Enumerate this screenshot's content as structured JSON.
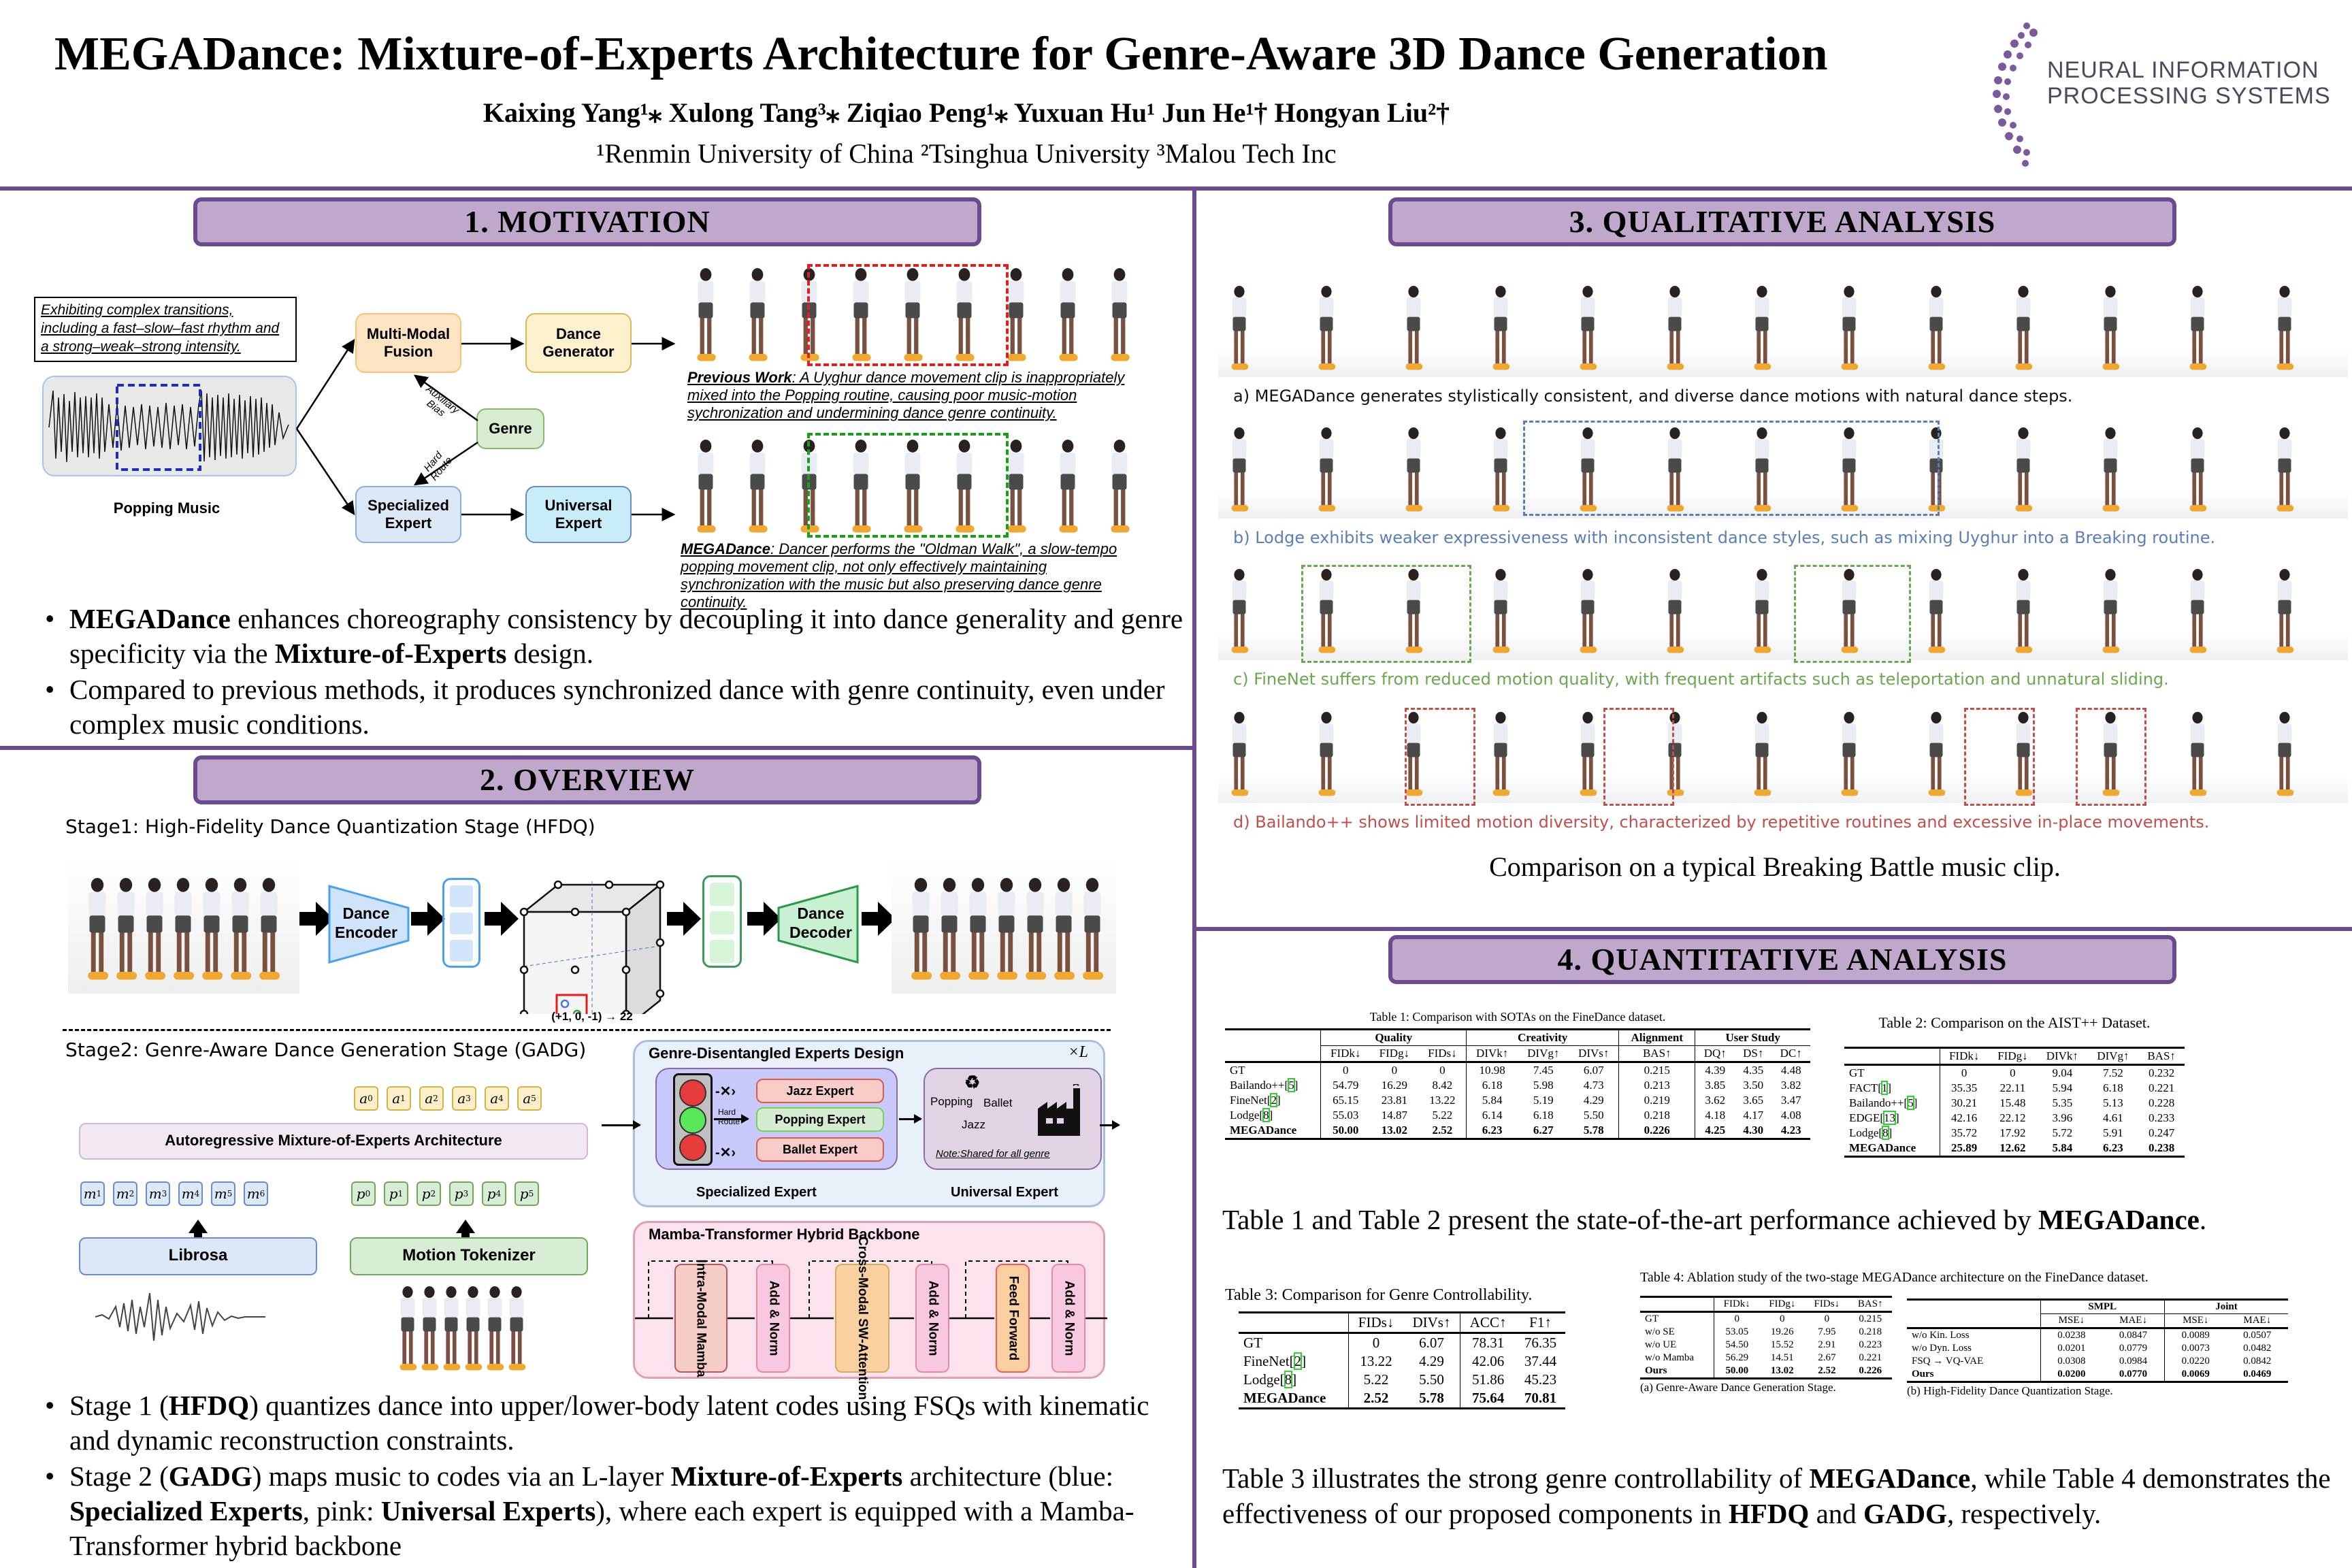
{
  "header": {
    "title": "MEGADance: Mixture-of-Experts Architecture for Genre-Aware 3D Dance Generation",
    "authors": "Kaixing Yang¹⁎  Xulong Tang³⁎  Ziqiao Peng¹⁎  Yuxuan Hu¹  Jun He¹†  Hongyan Liu²†",
    "affiliations": "¹Renmin University of China    ²Tsinghua University    ³Malou Tech Inc",
    "logo_line1": "NEURAL INFORMATION",
    "logo_line2": "PROCESSING SYSTEMS",
    "accent_color": "#6b4a8f",
    "header_fill": "#c0a8cc"
  },
  "motivation": {
    "heading": "1. MOTIVATION",
    "callout": "Exhibiting complex transitions, including a fast–slow–fast rhythm and a strong–weak–strong intensity.",
    "music_label": "Popping Music",
    "nodes": {
      "fusion": "Multi-Modal Fusion",
      "generator": "Dance Generator",
      "genre": "Genre",
      "specialized": "Specialized Expert",
      "universal": "Universal Expert"
    },
    "edge_aux": "Auxiliary Bias",
    "edge_route": "Hard Route",
    "prev_label": "Previous Work",
    "prev_text": ": A Uyghur dance movement clip is inappropriately mixed into the Popping routine, causing poor music-motion sychronization and undermining dance genre continuity.",
    "ours_label": "MEGADance",
    "ours_text": ": Dancer performs the \"Oldman Walk\", a slow-tempo popping movement clip, not only effectively maintaining synchronization with the music but also preserving dance genre continuity.",
    "bullets": [
      {
        "b": "MEGADance",
        "t1": " enhances choreography consistency by decoupling it into dance generality and genre specificity via the ",
        "b2": "Mixture-of-Experts",
        "t2": " design."
      },
      {
        "t": "Compared to previous methods, it produces synchronized dance with genre continuity, even under complex music conditions."
      }
    ]
  },
  "overview": {
    "heading": "2. OVERVIEW",
    "stage1": "Stage1: High-Fidelity Dance Quantization Stage (HFDQ)",
    "encoder": "Dance Encoder",
    "decoder": "Dance Decoder",
    "fsq_label": "(+1, 0, -1) → 22",
    "stage2": "Stage2: Genre-Aware Dance Generation Stage (GADG)",
    "a_tokens": [
      "a",
      "a",
      "a",
      "a",
      "a",
      "a"
    ],
    "m_tokens": [
      "m",
      "m",
      "m",
      "m",
      "m",
      "m"
    ],
    "p_tokens": [
      "p",
      "p",
      "p",
      "p",
      "p",
      "p"
    ],
    "a_sub": [
      "0",
      "1",
      "2",
      "3",
      "4",
      "5"
    ],
    "m_sub": [
      "1",
      "2",
      "3",
      "4",
      "5",
      "6"
    ],
    "p_sub": [
      "0",
      "1",
      "2",
      "3",
      "4",
      "5"
    ],
    "moe_label": "Autoregressive Mixture-of-Experts Architecture",
    "librosa": "Librosa",
    "tokenizer": "Motion Tokenizer",
    "experts_title": "Genre-Disentangled Experts Design",
    "times_l": "×L",
    "jazz": "Jazz Expert",
    "popping": "Popping Expert",
    "ballet": "Ballet Expert",
    "hard_route": "Hard Route",
    "uni_popping": "Popping",
    "uni_ballet": "Ballet",
    "uni_jazz": "Jazz",
    "uni_note": "Note:Shared for all genre",
    "specialized_caption": "Specialized Expert",
    "universal_caption": "Universal Expert",
    "backbone_title": "Mamba-Transformer Hybrid Backbone",
    "backbone_blocks": [
      "Intra-Modal Mamba",
      "Add & Norm",
      "Cross-Modal SW-Attention",
      "Add & Norm",
      "Feed Forward",
      "Add & Norm"
    ],
    "bullets": [
      {
        "t0": "Stage 1 (",
        "b": "HFDQ",
        "t1": ") quantizes dance into upper/lower-body latent codes using FSQs with kinematic and dynamic reconstruction constraints."
      },
      {
        "t0": "Stage 2 (",
        "b": "GADG",
        "t1": ") maps music to codes via an L-layer ",
        "b2": "Mixture-of-Experts",
        "t2": " architecture (blue: ",
        "b3": "Specialized Experts",
        "t3": ", pink: ",
        "b4": "Universal Experts",
        "t4": "), where each expert is equipped with a Mamba-Transformer hybrid backbone"
      }
    ]
  },
  "qualitative": {
    "heading": "3. QUALITATIVE ANALYSIS",
    "captions": [
      {
        "text": "a) MEGADance generates stylistically consistent, and diverse dance motions with natural dance steps.",
        "color": "#111111"
      },
      {
        "text": "b) Lodge exhibits weaker expressiveness with inconsistent dance styles, such as mixing Uyghur into a Breaking routine.",
        "color": "#5a7fb8"
      },
      {
        "text": "c) FineNet suffers from reduced motion quality, with frequent artifacts such as teleportation and unnatural sliding.",
        "color": "#6aa84f"
      },
      {
        "text": "d) Bailando++ shows limited motion diversity, characterized by repetitive routines and excessive in-place movements.",
        "color": "#c0504d"
      }
    ],
    "summary": "Comparison on a typical Breaking Battle music clip."
  },
  "quantitative": {
    "heading": "4. QUANTITATIVE ANALYSIS",
    "table1": {
      "caption": "Table 1: Comparison with SOTAs on the FineDance dataset.",
      "groups": [
        "Quality",
        "Creativity",
        "Alignment",
        "User Study"
      ],
      "cols": [
        "FIDk↓",
        "FIDg↓",
        "FIDs↓",
        "DIVk↑",
        "DIVg↑",
        "DIVs↑",
        "BAS↑",
        "DQ↑",
        "DS↑",
        "DC↑"
      ],
      "rows": [
        {
          "name": "GT",
          "ref": "",
          "vals": [
            "0",
            "0",
            "0",
            "10.98",
            "7.45",
            "6.07",
            "0.215",
            "4.39",
            "4.35",
            "4.48"
          ]
        },
        {
          "name": "Bailando++[",
          "ref": "5",
          "vals": [
            "54.79",
            "16.29",
            "8.42",
            "6.18",
            "5.98",
            "4.73",
            "0.213",
            "3.85",
            "3.50",
            "3.82"
          ]
        },
        {
          "name": "FineNet[",
          "ref": "2",
          "vals": [
            "65.15",
            "23.81",
            "13.22",
            "5.84",
            "5.19",
            "4.29",
            "0.219",
            "3.62",
            "3.65",
            "3.47"
          ]
        },
        {
          "name": "Lodge[",
          "ref": "8",
          "vals": [
            "55.03",
            "14.87",
            "5.22",
            "6.14",
            "6.18",
            "5.50",
            "0.218",
            "4.18",
            "4.17",
            "4.08"
          ]
        },
        {
          "name": "MEGADance",
          "ref": "",
          "vals": [
            "50.00",
            "13.02",
            "2.52",
            "6.23",
            "6.27",
            "5.78",
            "0.226",
            "4.25",
            "4.30",
            "4.23"
          ]
        }
      ]
    },
    "table2": {
      "caption": "Table 2: Comparison on the AIST++ Dataset.",
      "cols": [
        "FIDk↓",
        "FIDg↓",
        "DIVk↑",
        "DIVg↑",
        "BAS↑"
      ],
      "rows": [
        {
          "name": "GT",
          "ref": "",
          "vals": [
            "0",
            "0",
            "9.04",
            "7.52",
            "0.232"
          ]
        },
        {
          "name": "FACT[",
          "ref": "1",
          "vals": [
            "35.35",
            "22.11",
            "5.94",
            "6.18",
            "0.221"
          ]
        },
        {
          "name": "Bailando++[",
          "ref": "5",
          "vals": [
            "30.21",
            "15.48",
            "5.35",
            "5.13",
            "0.228"
          ]
        },
        {
          "name": "EDGE[",
          "ref": "13",
          "vals": [
            "42.16",
            "22.12",
            "3.96",
            "4.61",
            "0.233"
          ]
        },
        {
          "name": "Lodge[",
          "ref": "8",
          "vals": [
            "35.72",
            "17.92",
            "5.72",
            "5.91",
            "0.247"
          ]
        },
        {
          "name": "MEGADance",
          "ref": "",
          "vals": [
            "25.89",
            "12.62",
            "5.84",
            "6.23",
            "0.238"
          ]
        }
      ]
    },
    "text12_a": "Table 1 and Table 2 present the state-of-the-art performance achieved by ",
    "text12_b": "MEGADance",
    "text12_c": ".",
    "table3": {
      "caption": "Table 3: Comparison for Genre Controllability.",
      "cols": [
        "FIDs↓",
        "DIVs↑",
        "ACC↑",
        "F1↑"
      ],
      "rows": [
        {
          "name": "GT",
          "ref": "",
          "vals": [
            "0",
            "6.07",
            "78.31",
            "76.35"
          ]
        },
        {
          "name": "FineNet[",
          "ref": "2",
          "vals": [
            "13.22",
            "4.29",
            "42.06",
            "37.44"
          ]
        },
        {
          "name": "Lodge[",
          "ref": "8",
          "vals": [
            "5.22",
            "5.50",
            "51.86",
            "45.23"
          ]
        },
        {
          "name": "MEGADance",
          "ref": "",
          "vals": [
            "2.52",
            "5.78",
            "75.64",
            "70.81"
          ]
        }
      ]
    },
    "table4": {
      "caption": "Table 4: Ablation study of the two-stage MEGADance architecture on the FineDance dataset.",
      "a_cols": [
        "FIDk↓",
        "FIDg↓",
        "FIDs↓",
        "BAS↑"
      ],
      "a_rows": [
        {
          "name": "GT",
          "vals": [
            "0",
            "0",
            "0",
            "0.215"
          ]
        },
        {
          "name": "w/o SE",
          "vals": [
            "53.05",
            "19.26",
            "7.95",
            "0.218"
          ]
        },
        {
          "name": "w/o UE",
          "vals": [
            "54.50",
            "15.52",
            "2.91",
            "0.223"
          ]
        },
        {
          "name": "w/o Mamba",
          "vals": [
            "56.29",
            "14.51",
            "2.67",
            "0.221"
          ]
        },
        {
          "name": "Ours",
          "vals": [
            "50.00",
            "13.02",
            "2.52",
            "0.226"
          ]
        }
      ],
      "a_caption": "(a) Genre-Aware Dance Generation Stage.",
      "b_groups": [
        "SMPL",
        "Joint"
      ],
      "b_cols": [
        "MSE↓",
        "MAE↓",
        "MSE↓",
        "MAE↓"
      ],
      "b_rows": [
        {
          "name": "w/o Kin. Loss",
          "vals": [
            "0.0238",
            "0.0847",
            "0.0089",
            "0.0507"
          ]
        },
        {
          "name": "w/o Dyn. Loss",
          "vals": [
            "0.0201",
            "0.0779",
            "0.0073",
            "0.0482"
          ]
        },
        {
          "name": "FSQ → VQ-VAE",
          "vals": [
            "0.0308",
            "0.0984",
            "0.0220",
            "0.0842"
          ]
        },
        {
          "name": "Ours",
          "vals": [
            "0.0200",
            "0.0770",
            "0.0069",
            "0.0469"
          ]
        }
      ],
      "b_caption": "(b) High-Fidelity Dance Quantization Stage."
    },
    "text34": {
      "t0": "Table 3 illustrates the strong genre controllability of ",
      "b1": "MEGADance",
      "t1": ", while Table 4 demonstrates the effectiveness of our proposed components in ",
      "b2": "HFDQ",
      "t2": " and ",
      "b3": "GADG",
      "t3": ", respectively."
    }
  }
}
